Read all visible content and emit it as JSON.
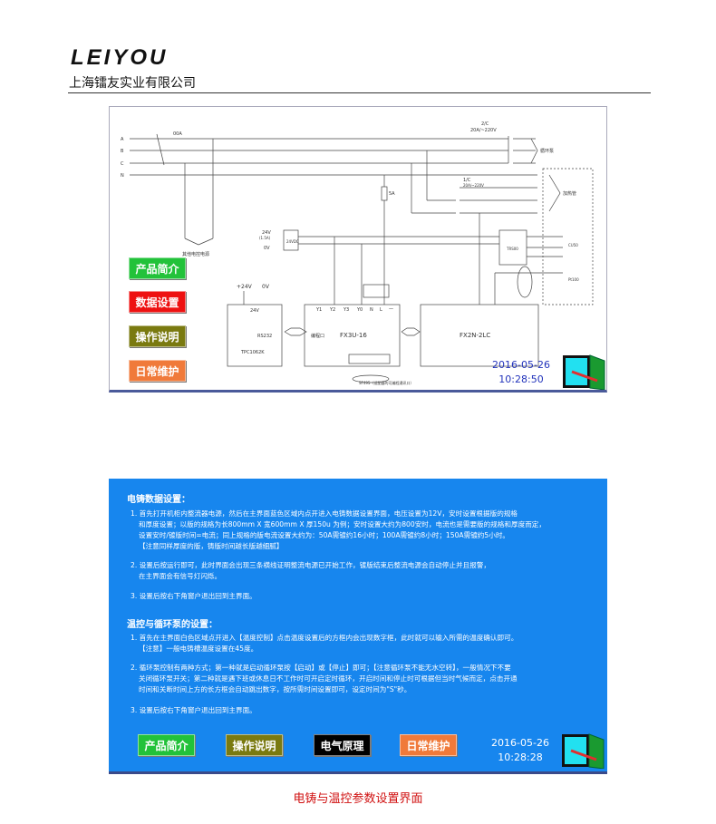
{
  "header": {
    "logo": "LEIYOU",
    "company": "上海镭友实业有限公司"
  },
  "screen1": {
    "buttons": [
      {
        "label": "产品简介",
        "color": "#22c23a"
      },
      {
        "label": "数据设置",
        "color": "#ee1111"
      },
      {
        "label": "操作说明",
        "color": "#7a7a10"
      },
      {
        "label": "日常维护",
        "color": "#f07a3a"
      }
    ],
    "date": "2016-05-26",
    "time": "10:28:50",
    "diagram": {
      "phases": [
        "A",
        "B",
        "C",
        "N"
      ],
      "breaker": "00A",
      "contactor2": "2/C",
      "contactor2_rating": "20A/~220V",
      "pump": "循环泵",
      "contactor1": "1/C",
      "contactor1_rating": "20A/~220V",
      "heater": "加热管",
      "fuse": "5A",
      "dc24": "24V",
      "dc24_current": "(1.5A)",
      "zero_v": "0V",
      "psu": "24VDC",
      "power_feed": "其他电控电源",
      "plc": "FX3U-16",
      "module": "FX2N-2LC",
      "hmi": "TPC1062K",
      "hmi_pwr": "+24V",
      "hmi_0v": "0V",
      "hmi_24v": "24V",
      "rs232": "RS232",
      "prog_port": "编程口",
      "plc_terms": [
        "Y1",
        "Y2",
        "Y3",
        "Y0",
        "N",
        "L",
        "一"
      ],
      "ssr": "TRS00",
      "thermo": "CU50",
      "pt": "Pt100",
      "cable": "SF495（适配器的可编程通讯口）"
    }
  },
  "screen2": {
    "section1_title": "电铸数据设置：",
    "section1_items": [
      [
        "1. 首先打开机柜内整流器电源，然后在主界面蓝色区域内点开进入电铸数据设置界面，电压设置为12V，安时设置根据版的规格",
        "和厚度设置；以版的规格为长800mm X 宽600mm X 厚150u 为例；安时设置大约为800安时，电流也是需要版的规格和厚度而定，",
        "设置安时/镀版时间=电流；同上规格的版电流设置大约为：50A需镀约16小时；100A需镀约8小时；150A需镀约5小时。",
        "【注意同样厚度的版，铸版时间越长版越细腻】"
      ],
      [
        "2. 设置后按运行即可，此时界面会出现三条横线证明整流电源已开始工作，镀版结束后整流电源会自动停止并且报警，",
        "在主界面会有信号灯闪烁。"
      ],
      [
        "3. 设置后按右下角窗户退出回到主界面。"
      ]
    ],
    "section2_title": "温控与循环泵的设置：",
    "section2_items": [
      [
        "1. 首先在主界面白色区域点开进入【温度控制】点击温度设置后的方框内会出现数字框，此时就可以输入所需的温度确认即可。",
        "【注意】一般电铸槽温度设置在45度。"
      ],
      [
        "2. 循环泵控制有两种方式；第一种就是启动循环泵按【启动】或【停止】即可；【注意循环泵不能无水空转】，一般情况下不要",
        "关闭循环泵开关；第二种就是遇下班或休息日不工作时可开启定时循环，开启时间和停止时可根据但当时气候而定，点击开通",
        "时间和关断时间上方的长方框会自动跳出数字，按所需时间设置即可，设定时间为\"S\"秒。"
      ],
      [
        "3. 设置后按右下角窗户退出回到主界面。"
      ]
    ],
    "buttons": [
      {
        "label": "产品简介",
        "color": "#22c23a"
      },
      {
        "label": "操作说明",
        "color": "#7a7a10"
      },
      {
        "label": "电气原理",
        "color": "#000000"
      },
      {
        "label": "日常维护",
        "color": "#f07a3a"
      }
    ],
    "date": "2016-05-26",
    "time": "10:28:28"
  },
  "caption": "电铸与温控参数设置界面"
}
